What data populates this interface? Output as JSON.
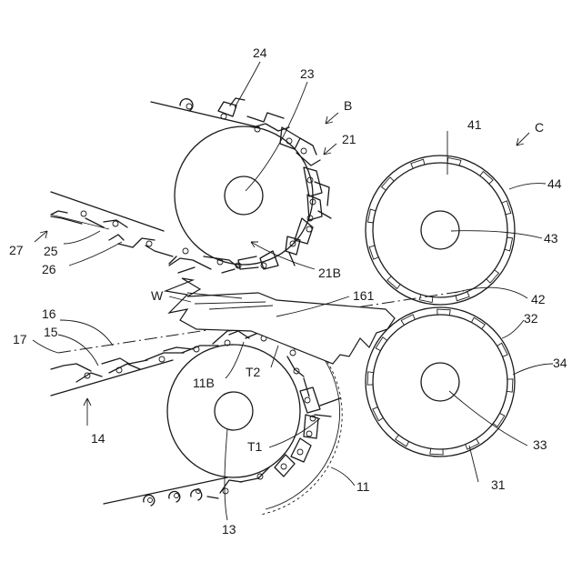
{
  "labels": {
    "B": "B",
    "C": "C",
    "W": "W",
    "T1": "T1",
    "T2": "T2",
    "n11": "11",
    "n11B": "11B",
    "n13": "13",
    "n14": "14",
    "n15": "15",
    "n16": "16",
    "n17": "17",
    "n161": "161",
    "n21": "21",
    "n21B": "21B",
    "n23": "23",
    "n24": "24",
    "n25": "25",
    "n26": "26",
    "n27": "27",
    "n31": "31",
    "n32": "32",
    "n33": "33",
    "n34": "34",
    "n41": "41",
    "n42": "42",
    "n43": "43",
    "n44": "44"
  }
}
